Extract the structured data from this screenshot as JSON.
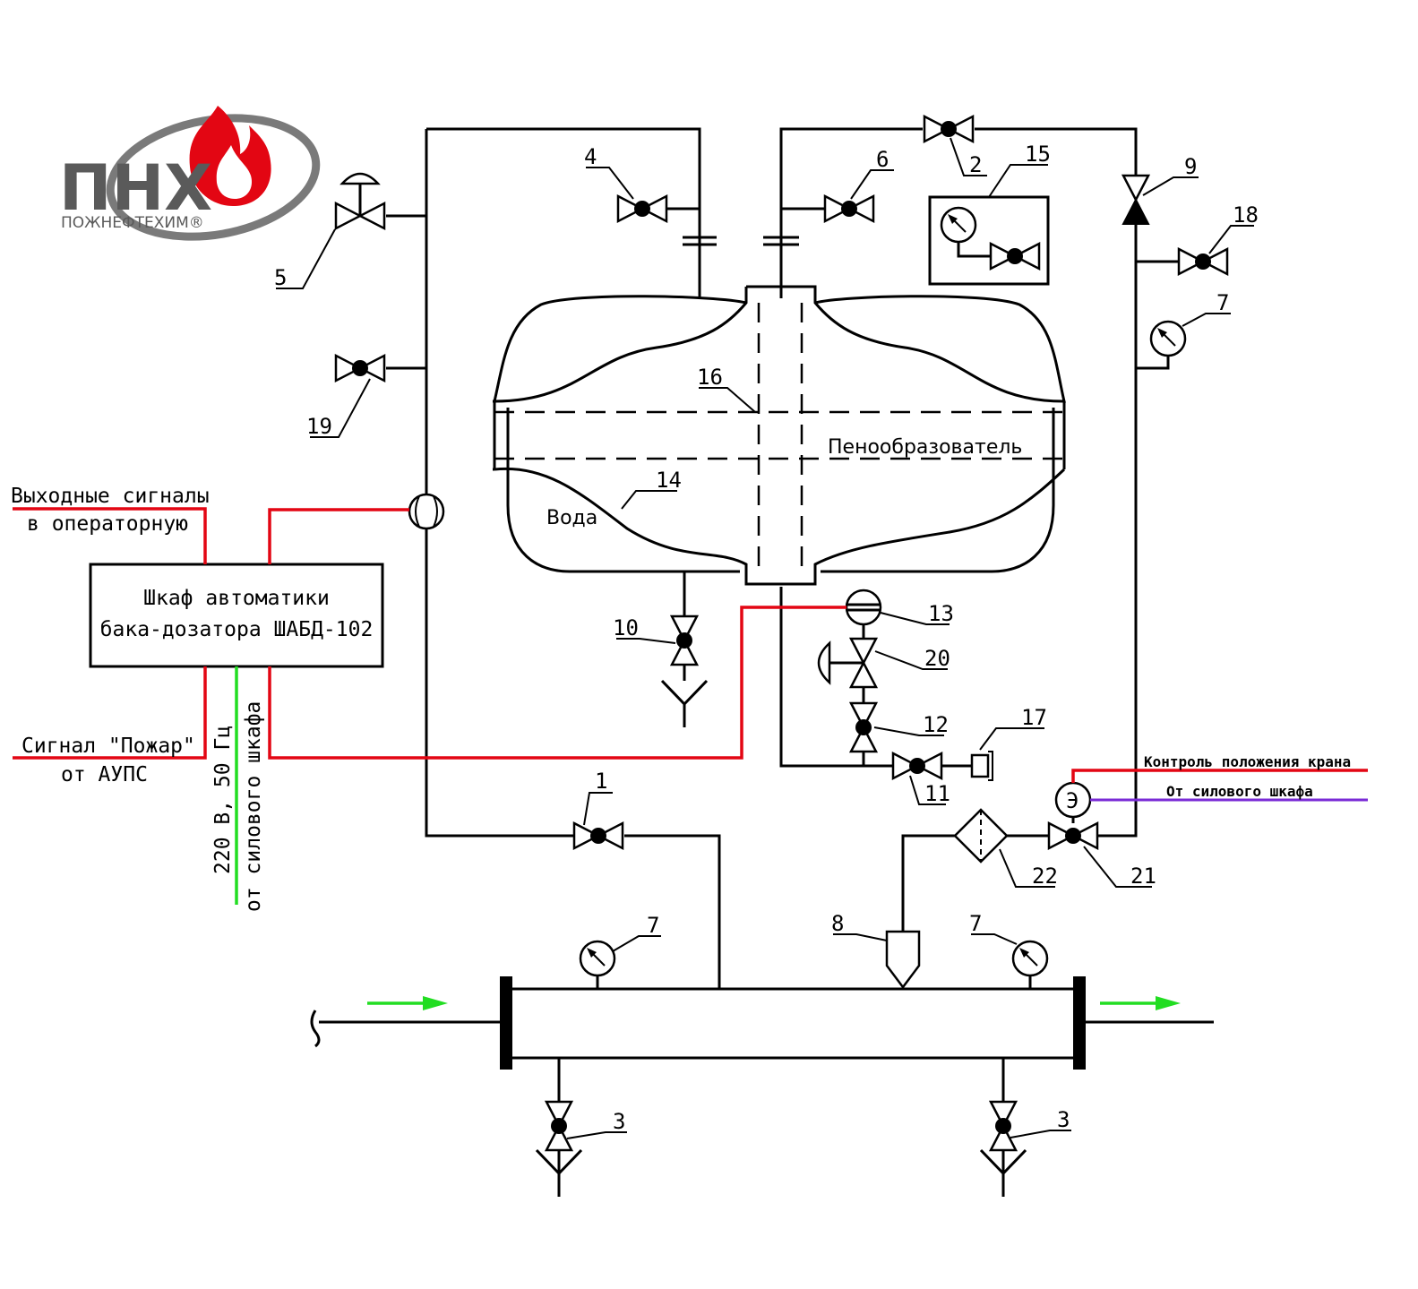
{
  "logo": {
    "abbr": "ПНХ",
    "name": "ПОЖНЕФТЕХИМ®"
  },
  "tank": {
    "foam_label": "Пенообразователь",
    "water_label": "Вода"
  },
  "cabinet": {
    "line1": "Шкаф автоматики",
    "line2": "бака-дозатора ШАБД-102"
  },
  "signals": {
    "output_line1": "Выходные сигналы",
    "output_line2": "в операторную",
    "fire_line1": "Сигнал \"Пожар\"",
    "fire_line2": "от АУПС",
    "power_line1": "220 В, 50 Гц",
    "power_line2": "от силового шкафа",
    "valve_position": "Контроль положения крана",
    "from_power_cabinet": "От силового шкафа",
    "actuator_symbol": "Э"
  },
  "callouts": [
    "1",
    "2",
    "3",
    "3",
    "4",
    "5",
    "6",
    "7",
    "7",
    "7",
    "8",
    "9",
    "10",
    "11",
    "12",
    "13",
    "14",
    "15",
    "16",
    "17",
    "18",
    "19",
    "20",
    "21",
    "22"
  ],
  "colors": {
    "signal_red": "#e30613",
    "power_green": "#22dd22",
    "power_violet": "#7a2bd6",
    "flow_arrow_green": "#22dd22",
    "logo_flame_red": "#e30613",
    "logo_gray": "#5a5a5a"
  }
}
